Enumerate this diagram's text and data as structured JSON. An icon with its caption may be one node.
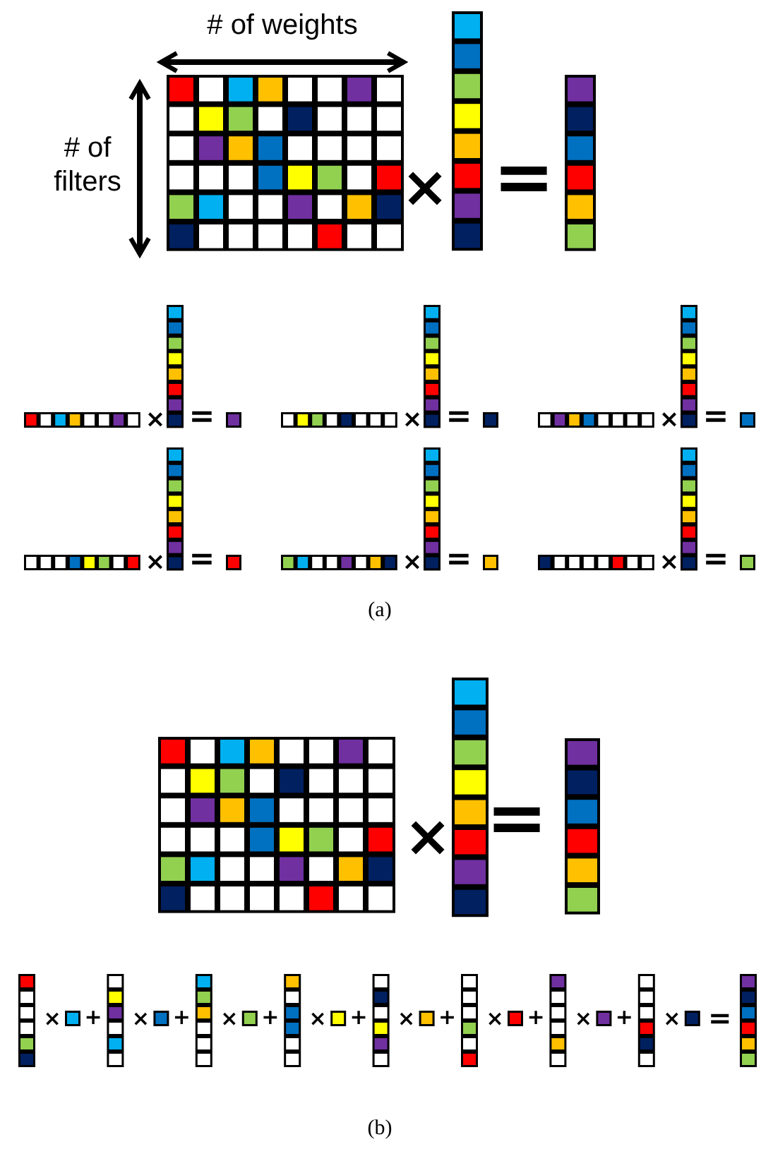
{
  "diagram": {
    "labels": [
      "# of weights",
      "# of filters",
      "×",
      "=",
      "×",
      "=",
      "×",
      "=",
      "×",
      "=",
      "×",
      "=",
      "×",
      "=",
      "×",
      "=",
      "(a)",
      "×",
      "=",
      "×",
      "+",
      "×",
      "+",
      "×",
      "+",
      "×",
      "+",
      "×",
      "+",
      "×",
      "+",
      "×",
      "+",
      "×",
      "=",
      "(b)"
    ]
  }
}
